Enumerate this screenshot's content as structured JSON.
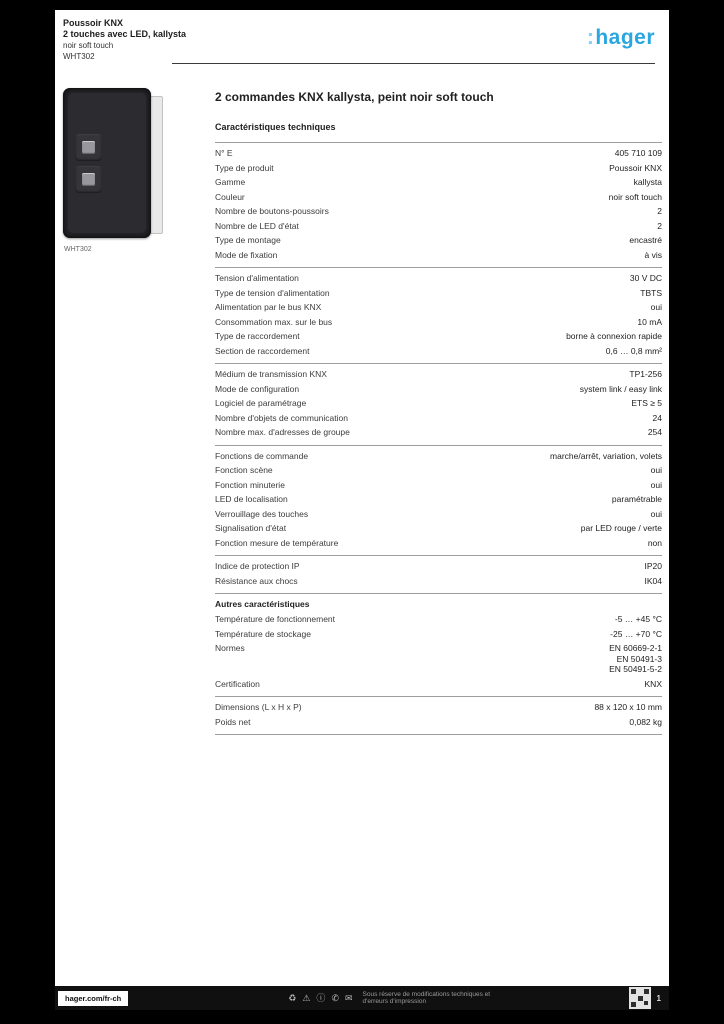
{
  "header": {
    "line1": "Poussoir KNX",
    "line2": "2 touches avec LED, kallysta",
    "line3": "noir soft touch",
    "ref": "WHT302",
    "brand": "hager"
  },
  "product": {
    "caption": "WHT302"
  },
  "main": {
    "title": "2 commandes KNX kallysta, peint noir soft touch",
    "section_heading": "Caractéristiques techniques"
  },
  "specs": {
    "groups": [
      {
        "rows": [
          {
            "label": "N° E",
            "value": "405 710 109"
          },
          {
            "label": "Type de produit",
            "value": "Poussoir KNX"
          },
          {
            "label": "Gamme",
            "value": "kallysta"
          },
          {
            "label": "Couleur",
            "value": "noir soft touch"
          },
          {
            "label": "Nombre de boutons-poussoirs",
            "value": "2"
          },
          {
            "label": "Nombre de LED d'état",
            "value": "2"
          },
          {
            "label": "Type de montage",
            "value": "encastré"
          },
          {
            "label": "Mode de fixation",
            "value": "à vis"
          }
        ]
      },
      {
        "rows": [
          {
            "label": "Tension d'alimentation",
            "value": "30 V DC"
          },
          {
            "label": "Type de tension d'alimentation",
            "value": "TBTS"
          },
          {
            "label": "Alimentation par le bus KNX",
            "value": "oui"
          },
          {
            "label": "Consommation max. sur le bus",
            "value": "10 mA"
          },
          {
            "label": "Type de raccordement",
            "value": "borne à connexion rapide"
          },
          {
            "label": "Section de raccordement",
            "value": "0,6 … 0,8 mm²"
          }
        ]
      },
      {
        "rows": [
          {
            "label": "Médium de transmission KNX",
            "value": "TP1-256"
          },
          {
            "label": "Mode de configuration",
            "value": "system link / easy link"
          },
          {
            "label": "Logiciel de paramétrage",
            "value": "ETS ≥ 5"
          },
          {
            "label": "Nombre d'objets de communication",
            "value": "24"
          },
          {
            "label": "Nombre max. d'adresses de groupe",
            "value": "254"
          }
        ]
      },
      {
        "rows": [
          {
            "label": "Fonctions de commande",
            "value": "marche/arrêt, variation, volets"
          },
          {
            "label": "Fonction scène",
            "value": "oui"
          },
          {
            "label": "Fonction minuterie",
            "value": "oui"
          },
          {
            "label": "LED de localisation",
            "value": "paramétrable"
          },
          {
            "label": "Verrouillage des touches",
            "value": "oui"
          },
          {
            "label": "Signalisation d'état",
            "value": "par LED rouge / verte"
          },
          {
            "label": "Fonction mesure de température",
            "value": "non"
          }
        ]
      },
      {
        "rows": [
          {
            "label": "Indice de protection IP",
            "value": "IP20"
          },
          {
            "label": "Résistance aux chocs",
            "value": "IK04"
          }
        ]
      },
      {
        "heading": "Autres caractéristiques",
        "rows": [
          {
            "label": "Température de fonctionnement",
            "value": "-5 … +45 °C"
          },
          {
            "label": "Température de stockage",
            "value": "-25 … +70 °C"
          },
          {
            "label": "Normes",
            "value": "EN 60669-2-1\nEN 50491-3\nEN 50491-5-2"
          },
          {
            "label": "Certification",
            "value": "KNX"
          }
        ]
      },
      {
        "rows": [
          {
            "label": "Dimensions (L x H x P)",
            "value": "88 x 120 x 10 mm"
          },
          {
            "label": "Poids net",
            "value": "0,082 kg"
          }
        ]
      }
    ]
  },
  "footer": {
    "website": "hager.com/fr-ch",
    "icons": [
      {
        "name": "recycle-icon",
        "glyph": "♻"
      },
      {
        "name": "warning-icon",
        "glyph": "⚠"
      },
      {
        "name": "info-icon",
        "glyph": "ⓘ"
      },
      {
        "name": "phone-icon",
        "glyph": "✆"
      },
      {
        "name": "mail-icon",
        "glyph": "✉"
      }
    ],
    "note": "Sous réserve de modifications techniques et d'erreurs d'impression",
    "page_ref": "1"
  }
}
